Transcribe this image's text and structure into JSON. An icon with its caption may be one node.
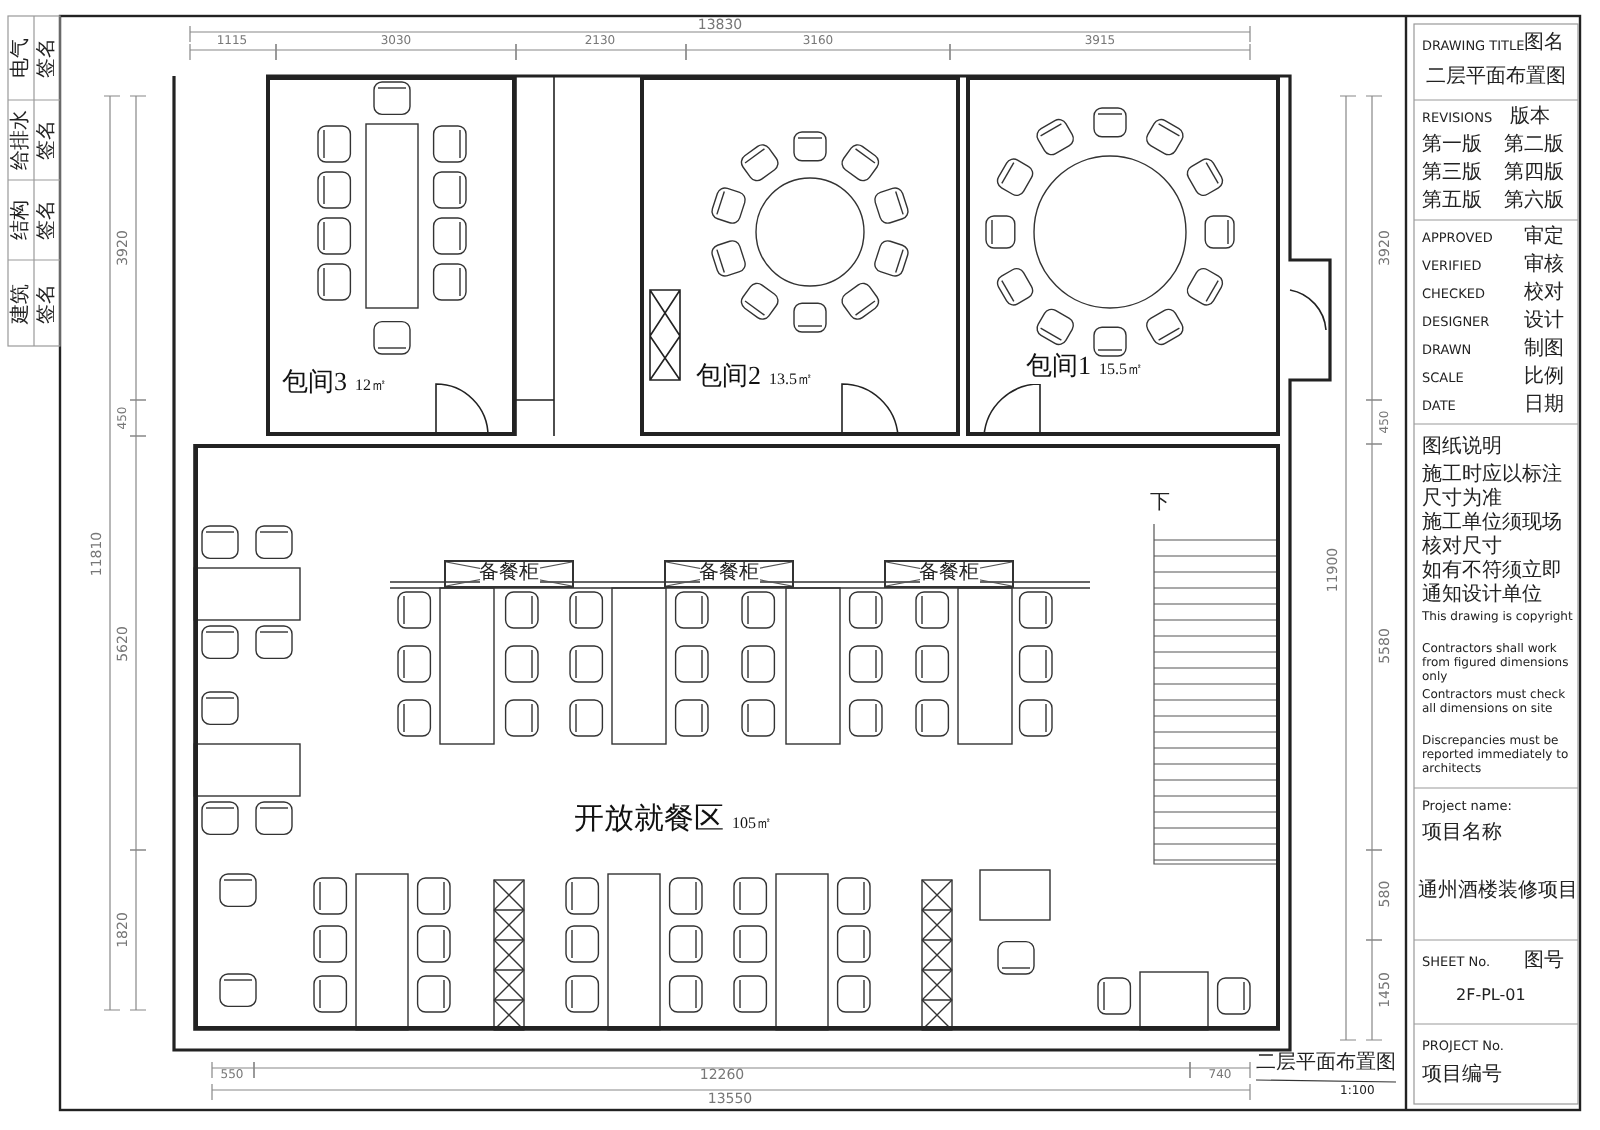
{
  "diagram": {
    "nodes": [
      {
        "text": [
          "包间3",
          "12㎡"
        ]
      },
      {
        "text": [
          "包间2",
          "13.5㎡"
        ]
      },
      {
        "text": [
          "包间1",
          "15.5㎡"
        ]
      },
      {
        "text": [
          "开放就餐区",
          "105㎡"
        ]
      },
      {
        "text": [
          "备餐柜"
        ],
        "in": 3
      },
      {
        "text": [
          "备餐柜"
        ],
        "in": 3
      },
      {
        "text": [
          "备餐柜"
        ],
        "in": 3
      }
    ],
    "labels": [
      "13830",
      "1115",
      "3030",
      "2130",
      "3160",
      "3915",
      "3920",
      "450",
      "11810",
      "5620",
      "1820",
      "3920",
      "450",
      "11900",
      "5580",
      "580",
      "1450",
      "下",
      "550",
      "12260",
      "740",
      "13550",
      "二层平面布置图",
      "1:100",
      "DRAWING TITLE",
      "图名",
      "二层平面布置图",
      "REVISIONS",
      "版本",
      "第一版",
      "第二版",
      "第三版",
      "第四版",
      "第五版",
      "第六版",
      "APPROVED",
      "审定",
      "VERIFIED",
      "审核",
      "CHECKED",
      "校对",
      "DESIGNER",
      "设计",
      "DRAWN",
      "制图",
      "SCALE",
      "比例",
      "DATE",
      "日期",
      "图纸说明",
      "施工时应以标注尺寸为准",
      "施工单位须现场核对尺寸",
      "如有不符须立即通知设计单位",
      "This drawing is copyright",
      "Contractors shall work from figured dimensions only",
      "Contractors must check all dimensions on site",
      "Discrepancies must be reported immediately to architects",
      "Project name:",
      "项目名称",
      "通州酒楼装修项目",
      "SHEET No.",
      "图号",
      "2F-PL-01",
      "PROJECT No.",
      "项目编号",
      "建筑",
      "签名",
      "结构",
      "签名",
      "给排水",
      "签名",
      "电气",
      "签名"
    ]
  }
}
